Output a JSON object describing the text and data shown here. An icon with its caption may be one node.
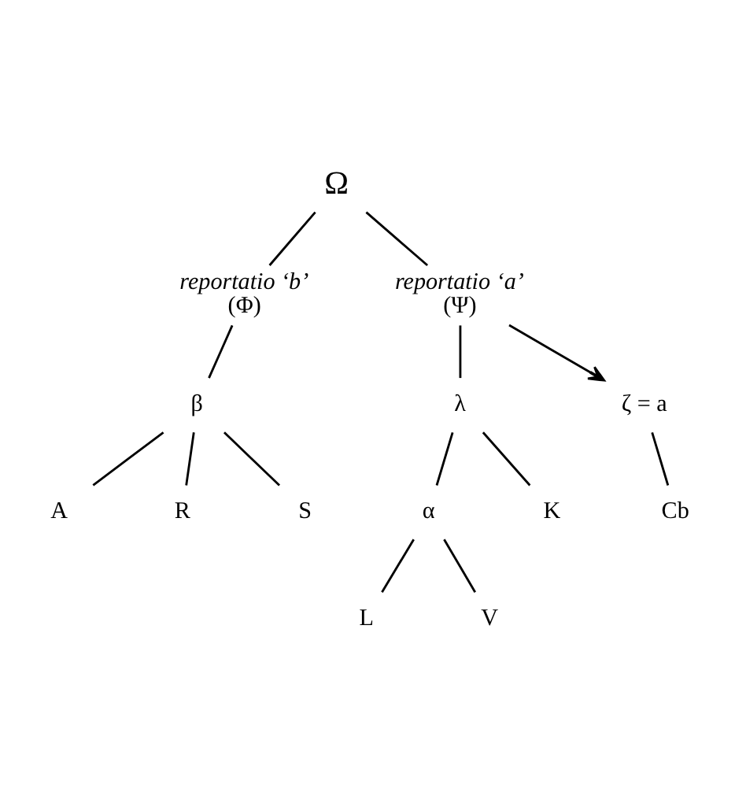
{
  "diagram": {
    "nodes": [
      {
        "text": [
          "Ω"
        ]
      },
      {
        "text": [
          "reportatio ‘b’",
          "(Φ)"
        ]
      },
      {
        "text": [
          "reportatio ‘a’",
          "(Ψ)"
        ]
      },
      {
        "text": [
          "β"
        ]
      },
      {
        "text": [
          "λ"
        ]
      },
      {
        "text": [
          "ζ = a"
        ]
      },
      {
        "text": [
          "A"
        ]
      },
      {
        "text": [
          "R"
        ]
      },
      {
        "text": [
          "S"
        ]
      },
      {
        "text": [
          "α"
        ]
      },
      {
        "text": [
          "K"
        ]
      },
      {
        "text": [
          "Cb"
        ]
      },
      {
        "text": [
          "L"
        ]
      },
      {
        "text": [
          "V"
        ]
      }
    ],
    "edges": [
      {
        "from": 0,
        "to": 1,
        "arrow": "none"
      },
      {
        "from": 0,
        "to": 2,
        "arrow": "none"
      },
      {
        "from": 1,
        "to": 3,
        "arrow": "none"
      },
      {
        "from": 2,
        "to": 4,
        "arrow": "none"
      },
      {
        "from": 2,
        "to": 5,
        "arrow": "to"
      },
      {
        "from": 3,
        "to": 6,
        "arrow": "none"
      },
      {
        "from": 3,
        "to": 7,
        "arrow": "none"
      },
      {
        "from": 3,
        "to": 8,
        "arrow": "none"
      },
      {
        "from": 4,
        "to": 9,
        "arrow": "none"
      },
      {
        "from": 4,
        "to": 10,
        "arrow": "none"
      },
      {
        "from": 5,
        "to": 11,
        "arrow": "none"
      },
      {
        "from": 9,
        "to": 12,
        "arrow": "none"
      },
      {
        "from": 9,
        "to": 13,
        "arrow": "none"
      }
    ]
  }
}
